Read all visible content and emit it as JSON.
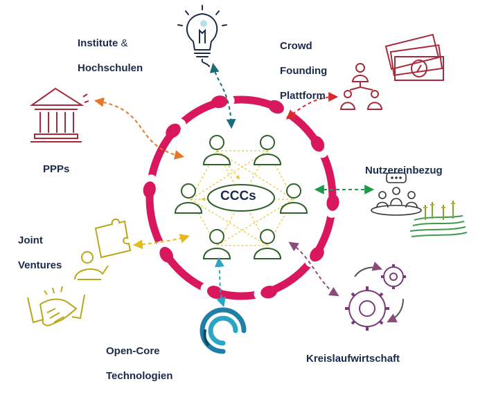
{
  "center": {
    "label": "CCCs"
  },
  "nodes": {
    "institute": {
      "line1": "Institute",
      "amp": " &",
      "line2": "Hochschulen"
    },
    "crowd": {
      "line1": "Crowd",
      "line2": "Founding",
      "line3": "Plattform"
    },
    "ppps": {
      "label": "PPPs"
    },
    "nutzer": {
      "label": "Nutzereinbezug"
    },
    "joint": {
      "line1": "Joint",
      "line2": "Ventures"
    },
    "opencore": {
      "line1": "Open-Core",
      "line2": "Technologien"
    },
    "kreislauf": {
      "label": "Kreislaufwirtschaft"
    }
  },
  "colors": {
    "ring": "#d8175f",
    "center_text": "#1b2a4a",
    "people_stroke": "#2f5f2a",
    "mesh": "#e8c62a",
    "arrow_institute": "#1b6d7a",
    "arrow_crowd": "#d82a2a",
    "arrow_ppps": "#e6782a",
    "arrow_nutzer": "#1f9a4a",
    "arrow_joint": "#e8b91a",
    "arrow_opencore": "#2aa6c4",
    "arrow_kreislauf": "#8a4a7a"
  },
  "icons": [
    "lightbulb-icon",
    "money-bills-icon",
    "people-network-icon",
    "bank-building-icon",
    "meeting-icon",
    "field-icon",
    "puzzle-person-icon",
    "handshake-icon",
    "swirl-circle-icon",
    "gears-icon"
  ]
}
